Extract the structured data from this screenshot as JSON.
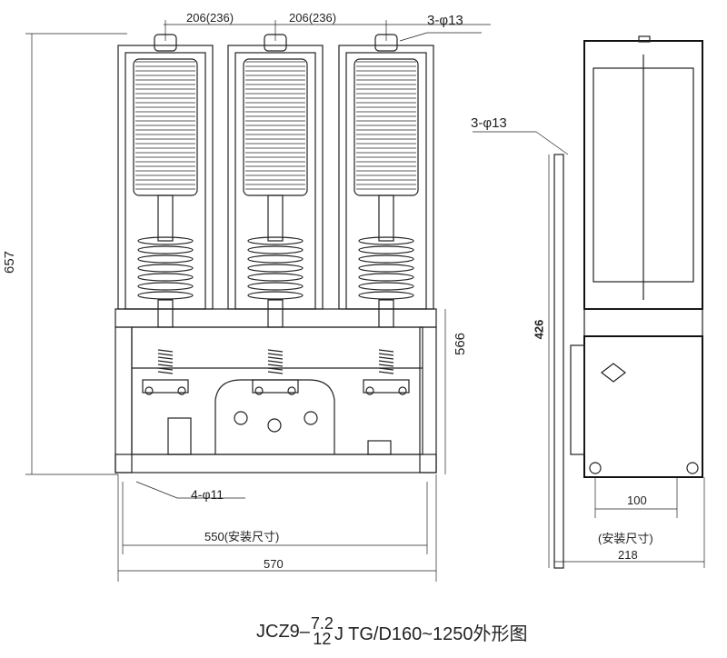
{
  "dimensions": {
    "pole_spacing_1": "206(236)",
    "pole_spacing_2": "206(236)",
    "top_holes": "3-φ13",
    "side_holes": "3-φ13",
    "overall_height": "657",
    "body_height": "566",
    "side_height": "426",
    "mount_holes": "4-φ11",
    "mount_width": "550(安装尺寸)",
    "overall_width": "570",
    "side_mount": "100",
    "side_mount_note": "(安装尺寸)",
    "side_depth": "218"
  },
  "caption": {
    "prefix": "JCZ9–",
    "frac_top": "7.2",
    "frac_bottom": "12",
    "suffix": "J TG/D160~1250外形图"
  }
}
